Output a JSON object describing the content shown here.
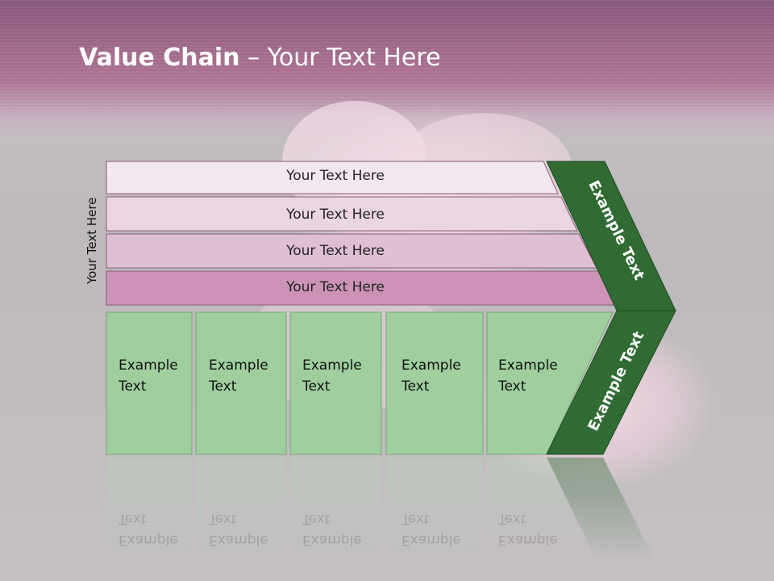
{
  "title": {
    "bold": "Value Chain",
    "rest": " – Your Text Here"
  },
  "side_label": "Your Text Here",
  "support_bands": [
    {
      "label": "Your Text Here",
      "color": "#f3e8f0"
    },
    {
      "label": "Your Text Here",
      "color": "#ead5e3"
    },
    {
      "label": "Your Text Here",
      "color": "#dfbfd4"
    },
    {
      "label": "Your Text Here",
      "color": "#cc93b6"
    }
  ],
  "primary_boxes": [
    {
      "line1": "Example",
      "line2": "Text"
    },
    {
      "line1": "Example",
      "line2": "Text"
    },
    {
      "line1": "Example",
      "line2": "Text"
    },
    {
      "line1": "Example",
      "line2": "Text"
    },
    {
      "line1": "Example",
      "line2": "Text"
    }
  ],
  "arrow": {
    "upper_label": "Example Text",
    "lower_label": "Example Text",
    "color": "#2f6b33"
  },
  "colors": {
    "header": "#b37898",
    "box_fill": "#9fcf9f",
    "box_stroke": "#7aa67a"
  }
}
